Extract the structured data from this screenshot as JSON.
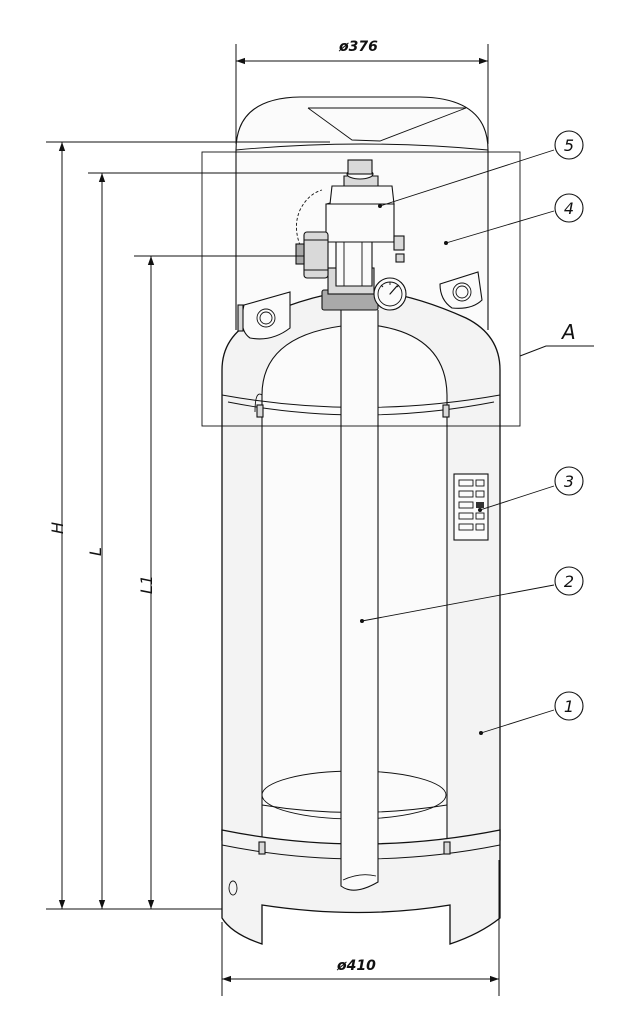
{
  "dimensions": {
    "top_diameter": "ø376",
    "bottom_diameter": "ø410",
    "height_h": "H",
    "length_l": "L",
    "length_l1": "L1"
  },
  "callouts": {
    "c1": "1",
    "c2": "2",
    "c3": "3",
    "c4": "4",
    "c5": "5"
  },
  "detail_view": {
    "label": "A"
  }
}
